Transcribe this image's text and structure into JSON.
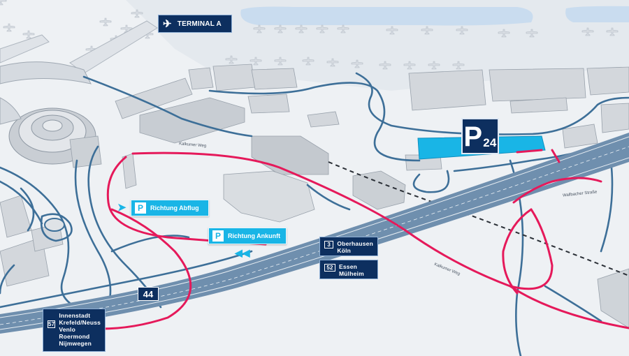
{
  "signs": {
    "terminal": "TERMINAL A",
    "parking_p": "P",
    "parking_num": "24",
    "abflug": "Richtung Abflug",
    "ankunft": "Richtung Ankunft",
    "exit3": {
      "num": "3",
      "l1": "Oberhausen",
      "l2": "Köln"
    },
    "exit52": {
      "num": "52",
      "l1": "Essen",
      "l2": "Mülheim"
    },
    "exit57": {
      "num": "57",
      "lines": [
        "Innenstadt",
        "Krefeld/Neuss",
        "Venlo",
        "Roermond",
        "Nijmwegen"
      ]
    },
    "autobahn": "44"
  },
  "streets": {
    "kalkumer1": "Kalkumer Weg",
    "kalkumer2": "Kalkumer Weg",
    "wallbacher": "Wallbacher Straße"
  },
  "colors": {
    "sign_dark": "#0d2f5f",
    "sign_light": "#19b5e6",
    "route_red": "#e5195a",
    "road_blue": "#3d6f98",
    "parking_area": "#19b5e6"
  }
}
